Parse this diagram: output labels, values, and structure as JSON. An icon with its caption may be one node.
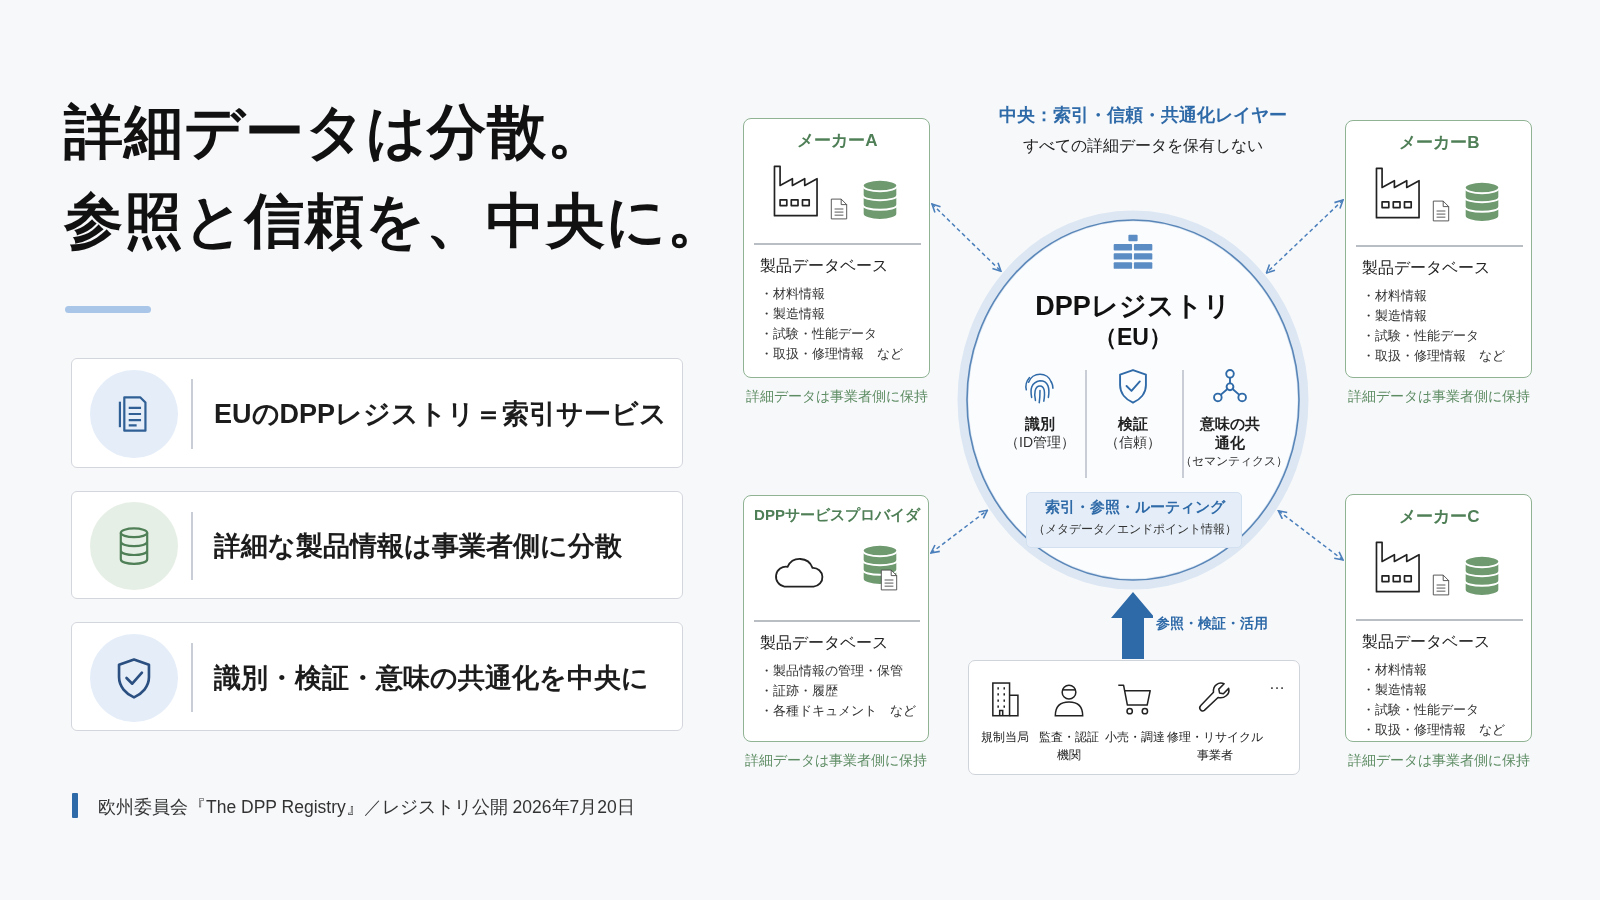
{
  "diagram": {
    "title": "詳細データは分散。参照と信頼を、中央に。",
    "nodes": [
      {
        "text": [
          "EUのDPPレジストリ＝索引サービス"
        ]
      },
      {
        "text": [
          "詳細な製品情報は事業者側に分散"
        ]
      },
      {
        "text": [
          "識別・検証・意味の共通化を中央に"
        ]
      },
      {
        "text": [
          "メーカーA",
          "製品データベース",
          "・材料情報",
          "・製造情報",
          "・試験・性能データ",
          "・取扱・修理情報　など"
        ],
        "beside": [
          "詳細データは事業者側に保持"
        ]
      },
      {
        "text": [
          "DPPレジストリ",
          "（EU）",
          "識別",
          "（ID管理）",
          "検証",
          "（信頼）",
          "意味の共通化",
          "（セマンティクス）"
        ]
      },
      {
        "text": [
          "索引・参照・ルーティング",
          "（メタデータ／エンドポイント情報）"
        ],
        "in": 4
      },
      {
        "text": [
          "メーカーB",
          "製品データベース",
          "・材料情報",
          "・製造情報",
          "・試験・性能データ",
          "・取扱・修理情報　など"
        ],
        "beside": [
          "詳細データは事業者側に保持"
        ]
      },
      {
        "text": [
          "DPPサービスプロバイダ",
          "製品データベース",
          "・製品情報の管理・保管",
          "・証跡・履歴",
          "・各種ドキュメント　など"
        ],
        "beside": [
          "詳細データは事業者側に保持"
        ]
      },
      {
        "text": [
          "メーカーC",
          "製品データベース",
          "・材料情報",
          "・製造情報",
          "・試験・性能データ",
          "・取扱・修理情報　など"
        ],
        "beside": [
          "詳細データは事業者側に保持"
        ]
      },
      {
        "text": [
          "規制当局",
          "監査・認証機関",
          "小売・調達",
          "修理・リサイクル事業者",
          "…"
        ]
      }
    ],
    "edges": [
      {
        "from": 3,
        "to": 4,
        "arrow": "both",
        "style": "dashed"
      },
      {
        "from": 6,
        "to": 4,
        "arrow": "both",
        "style": "dashed"
      },
      {
        "from": 7,
        "to": 4,
        "arrow": "both",
        "style": "dashed"
      },
      {
        "from": 8,
        "to": 4,
        "arrow": "both",
        "style": "dashed"
      },
      {
        "from": 9,
        "to": 4,
        "arrow": "to",
        "style": "thick",
        "label": "参照・検証・活用"
      }
    ],
    "labels": [
      "中央：索引・信頼・共通化レイヤー",
      "すべての詳細データを保有しない",
      "欧州委員会『The DPP Registry』／レジストリ公開 2026年7月20日"
    ]
  }
}
